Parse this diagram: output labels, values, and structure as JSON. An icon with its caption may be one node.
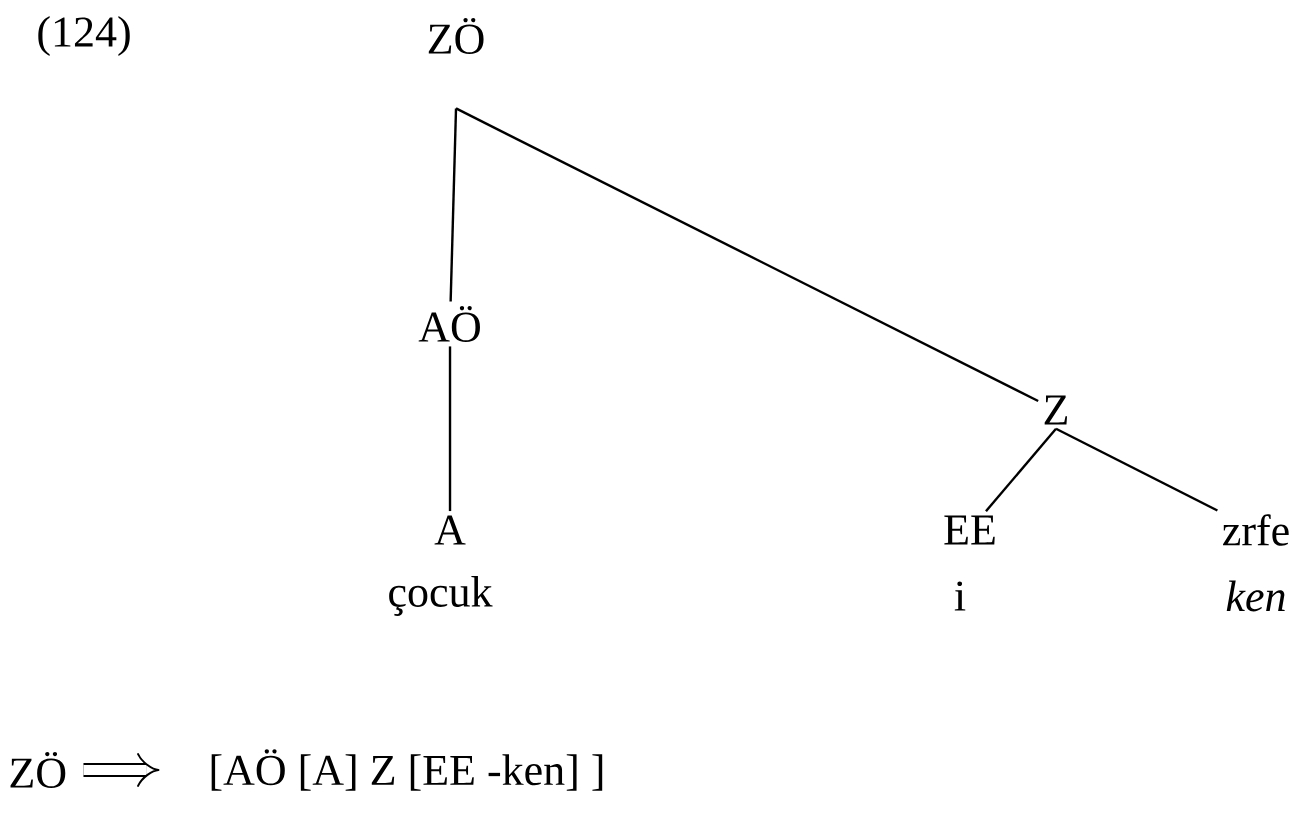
{
  "diagram": {
    "nodes": [
      {
        "text": [
          "ZÖ"
        ]
      },
      {
        "text": [
          "AÖ"
        ]
      },
      {
        "text": [
          "Z"
        ]
      },
      {
        "text": [
          "A"
        ],
        "beside": [
          "çocuk"
        ]
      },
      {
        "text": [
          "EE"
        ],
        "beside": [
          "i"
        ]
      },
      {
        "text": [
          "zrfe"
        ],
        "beside": [
          "ken"
        ]
      }
    ],
    "edges": [
      {
        "from": 0,
        "to": 1,
        "arrow": "none"
      },
      {
        "from": 0,
        "to": 2,
        "arrow": "none"
      },
      {
        "from": 1,
        "to": 3,
        "arrow": "none"
      },
      {
        "from": 2,
        "to": 4,
        "arrow": "none"
      },
      {
        "from": 2,
        "to": 5,
        "arrow": "none"
      }
    ],
    "labels": [
      "(124)",
      "ZÖ",
      "[AÖ [A] Z [EE -ken] ]"
    ]
  }
}
